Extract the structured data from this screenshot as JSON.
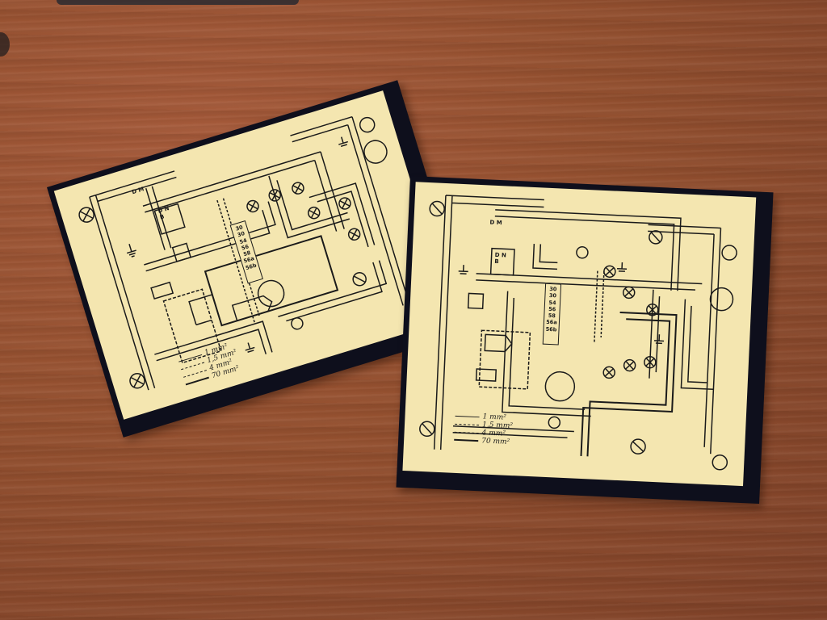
{
  "scene": {
    "background": "wooden desk",
    "card_color": "#f4e6b0",
    "border_color": "#0e0f1c",
    "wood_color": "#94502f"
  },
  "cards": [
    {
      "legend": [
        "1 mm²",
        "1,5 mm²",
        "4 mm²",
        "70 mm²"
      ],
      "terminals": [
        "30",
        "30",
        "54",
        "56",
        "58",
        "56a",
        "56b"
      ],
      "generator_labels": [
        "D",
        "N",
        "B"
      ],
      "regulator_labels": [
        "D",
        "M"
      ]
    },
    {
      "legend": [
        "1 mm²",
        "1,5 mm²",
        "4 mm²",
        "70 mm²"
      ],
      "terminals": [
        "30",
        "30",
        "54",
        "56",
        "58",
        "56a",
        "56b"
      ],
      "generator_labels": [
        "D",
        "N",
        "B"
      ],
      "regulator_labels": [
        "D",
        "M"
      ]
    }
  ]
}
